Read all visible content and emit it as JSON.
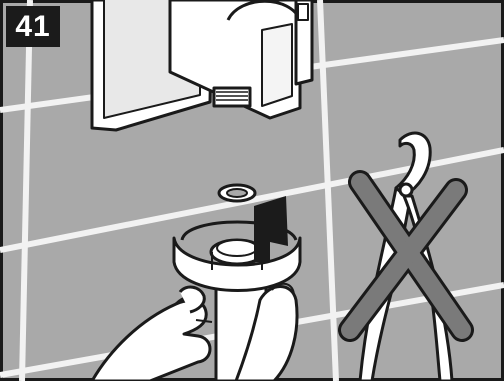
{
  "step": {
    "number": "41"
  },
  "illustration": {
    "colors": {
      "wall": "#a9a9a9",
      "grout": "#f2f2f2",
      "outline": "#1a1a1a",
      "fill": "#ffffff",
      "prohibition": "#7a7a7a",
      "badge": "#1b1b1b"
    },
    "icons": [
      "wall-tiles",
      "shower-holder",
      "washer-ring",
      "mounting-tool",
      "hand-icon",
      "pliers-icon",
      "prohibited-x-icon",
      "rotation-arrow-icon"
    ]
  }
}
